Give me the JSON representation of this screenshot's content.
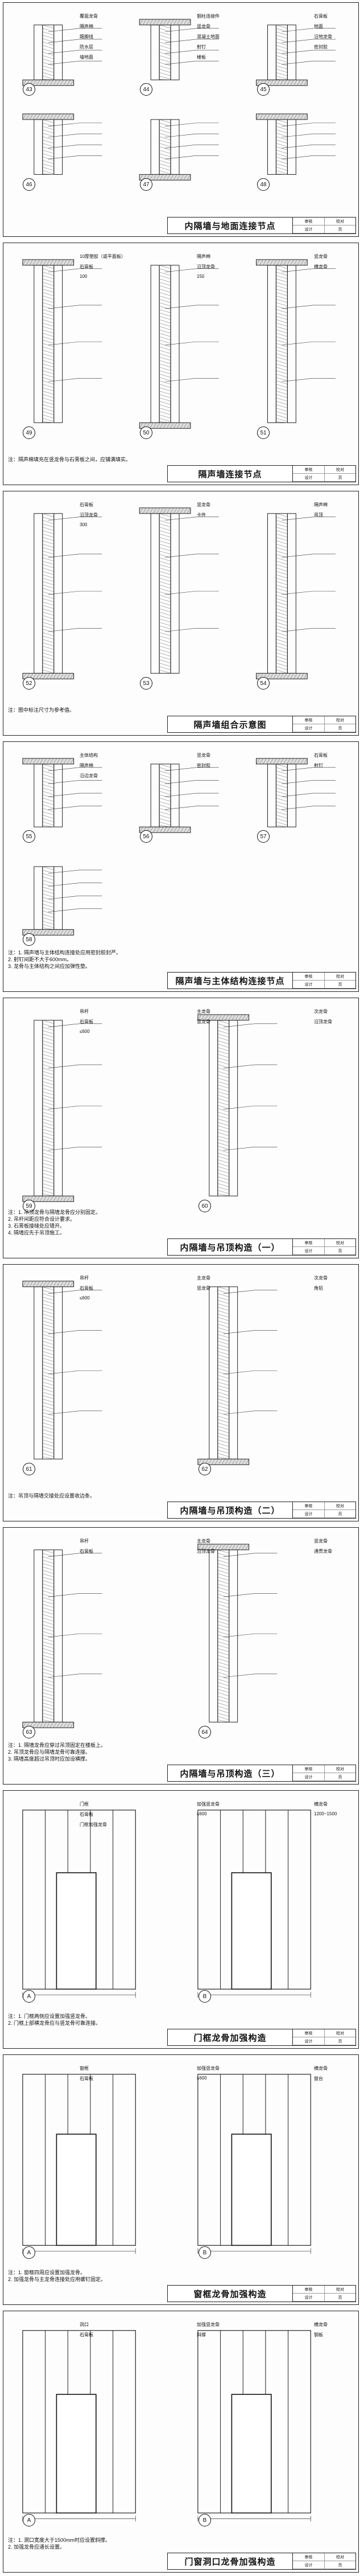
{
  "sheets": [
    {
      "title": "内隔墙与地面连接节点",
      "detail_numbers": [
        "43",
        "44",
        "45",
        "46",
        "47",
        "48"
      ],
      "labels": [
        "覆面龙骨",
        "钢柱连接件",
        "石膏板",
        "隔声棉",
        "竖龙骨",
        "地面",
        "踢脚线",
        "混凝土地面",
        "沿地龙骨",
        "防水层",
        "射钉",
        "密封胶",
        "墙地面",
        "楼板"
      ],
      "notes": []
    },
    {
      "title": "隔声墙连接节点",
      "detail_numbers": [
        "49",
        "50",
        "51"
      ],
      "labels": [
        "10厚塑胶（或平面板）",
        "隔声棉",
        "竖龙骨",
        "石膏板",
        "沿顶龙骨",
        "横龙骨",
        "100",
        "150"
      ],
      "notes": [
        "注：隔声棉填充在竖龙骨与石膏板之间，应铺满填实。"
      ]
    },
    {
      "title": "隔声墙组合示意图",
      "detail_numbers": [
        "52",
        "53",
        "54"
      ],
      "labels": [
        "石膏板",
        "竖龙骨",
        "隔声棉",
        "沿顶龙骨",
        "卡件",
        "吊顶",
        "300"
      ],
      "notes": [
        "注：图中标注尺寸为参考值。"
      ]
    },
    {
      "title": "隔声墙与主体结构连接节点",
      "detail_numbers": [
        "55",
        "56",
        "57",
        "58"
      ],
      "labels": [
        "主体结构",
        "竖龙骨",
        "石膏板",
        "隔声棉",
        "密封胶",
        "射钉",
        "沿边龙骨"
      ],
      "notes": [
        "注：1. 隔声墙与主体结构连接处应用密封胶封严。",
        "2. 射钉间距不大于600mm。",
        "3. 龙骨与主体结构之间应加弹性垫。"
      ]
    },
    {
      "title": "内隔墙与吊顶构造（一）",
      "detail_numbers": [
        "59",
        "60"
      ],
      "labels": [
        "吊杆",
        "主龙骨",
        "次龙骨",
        "石膏板",
        "竖龙骨",
        "沿顶龙骨",
        "≤600"
      ],
      "notes": [
        "注：1. 吊顶龙骨与隔墙龙骨应分别固定。",
        "2. 吊杆间距应符合设计要求。",
        "3. 石膏板接缝处应错开。",
        "4. 隔墙应先于吊顶施工。"
      ]
    },
    {
      "title": "内隔墙与吊顶构造（二）",
      "detail_numbers": [
        "61",
        "62"
      ],
      "labels": [
        "吊杆",
        "主龙骨",
        "次龙骨",
        "石膏板",
        "竖龙骨",
        "角铝",
        "≤600"
      ],
      "notes": [
        "注：吊顶与隔墙交接处应设置收边条。"
      ]
    },
    {
      "title": "内隔墙与吊顶构造（三）",
      "detail_numbers": [
        "63",
        "64"
      ],
      "labels": [
        "吊杆",
        "主龙骨",
        "竖龙骨",
        "石膏板",
        "沿顶龙骨",
        "通贯龙骨"
      ],
      "notes": [
        "注：1. 隔墙龙骨应穿过吊顶固定在楼板上。",
        "2. 吊顶龙骨应与隔墙龙骨可靠连接。",
        "3. 隔墙高度超过吊顶时应加设横撑。"
      ]
    },
    {
      "title": "门框龙骨加强构造",
      "detail_numbers": [
        "A",
        "B"
      ],
      "labels": [
        "门框",
        "加强竖龙骨",
        "横龙骨",
        "石膏板",
        "≤600",
        "1200~1500",
        "门框加强龙骨"
      ],
      "notes": [
        "注：1. 门框两侧应设置加强竖龙骨。",
        "2. 门框上部横龙骨应与竖龙骨可靠连接。"
      ]
    },
    {
      "title": "窗框龙骨加强构造",
      "detail_numbers": [
        "A",
        "B"
      ],
      "labels": [
        "窗框",
        "加强竖龙骨",
        "横龙骨",
        "石膏板",
        "≤600",
        "窗台"
      ],
      "notes": [
        "注：1. 窗框四周应设置加强龙骨。",
        "2. 加强龙骨与主龙骨连接处应用螺钉固定。"
      ]
    },
    {
      "title": "门窗洞口龙骨加强构造",
      "detail_numbers": [
        "A",
        "B"
      ],
      "labels": [
        "洞口",
        "加强竖龙骨",
        "横龙骨",
        "石膏板",
        "斜撑",
        "钢板"
      ],
      "notes": [
        "注：1. 洞口宽度大于1500mm时应设置斜撑。",
        "2. 加强龙骨应通长设置。"
      ]
    }
  ],
  "common": {
    "meta_labels": [
      "审核",
      "校对",
      "设计",
      "页"
    ]
  }
}
